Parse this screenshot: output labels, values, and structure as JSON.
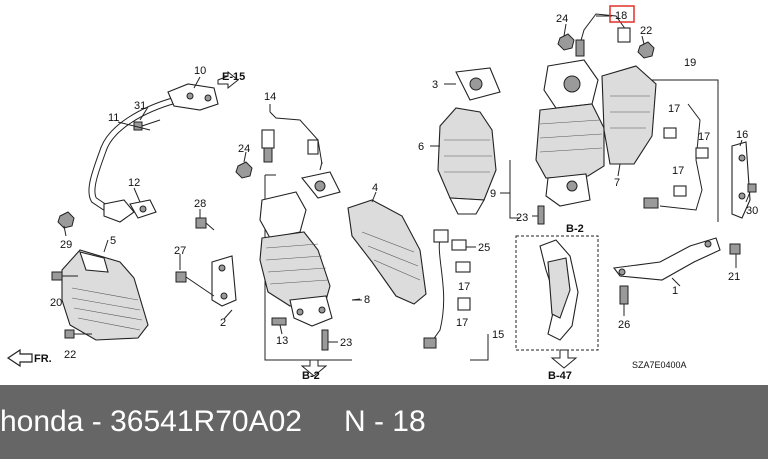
{
  "diagram": {
    "callouts": [
      "1",
      "2",
      "3",
      "4",
      "5",
      "6",
      "7",
      "8",
      "9",
      "10",
      "11",
      "12",
      "13",
      "14",
      "15",
      "16",
      "17",
      "17",
      "17",
      "17",
      "17",
      "18",
      "19",
      "20",
      "21",
      "22",
      "22",
      "23",
      "23",
      "24",
      "24",
      "25",
      "26",
      "27",
      "28",
      "29",
      "30",
      "31"
    ],
    "section_refs": [
      "E-15",
      "B-2",
      "B-2",
      "B-47"
    ],
    "front_label": "FR.",
    "drawing_code": "SZA7E0400A",
    "highlight_color": "#e0302a"
  },
  "caption": {
    "brand": "honda",
    "part_number": "36541R70A02",
    "position": "N - 18"
  }
}
